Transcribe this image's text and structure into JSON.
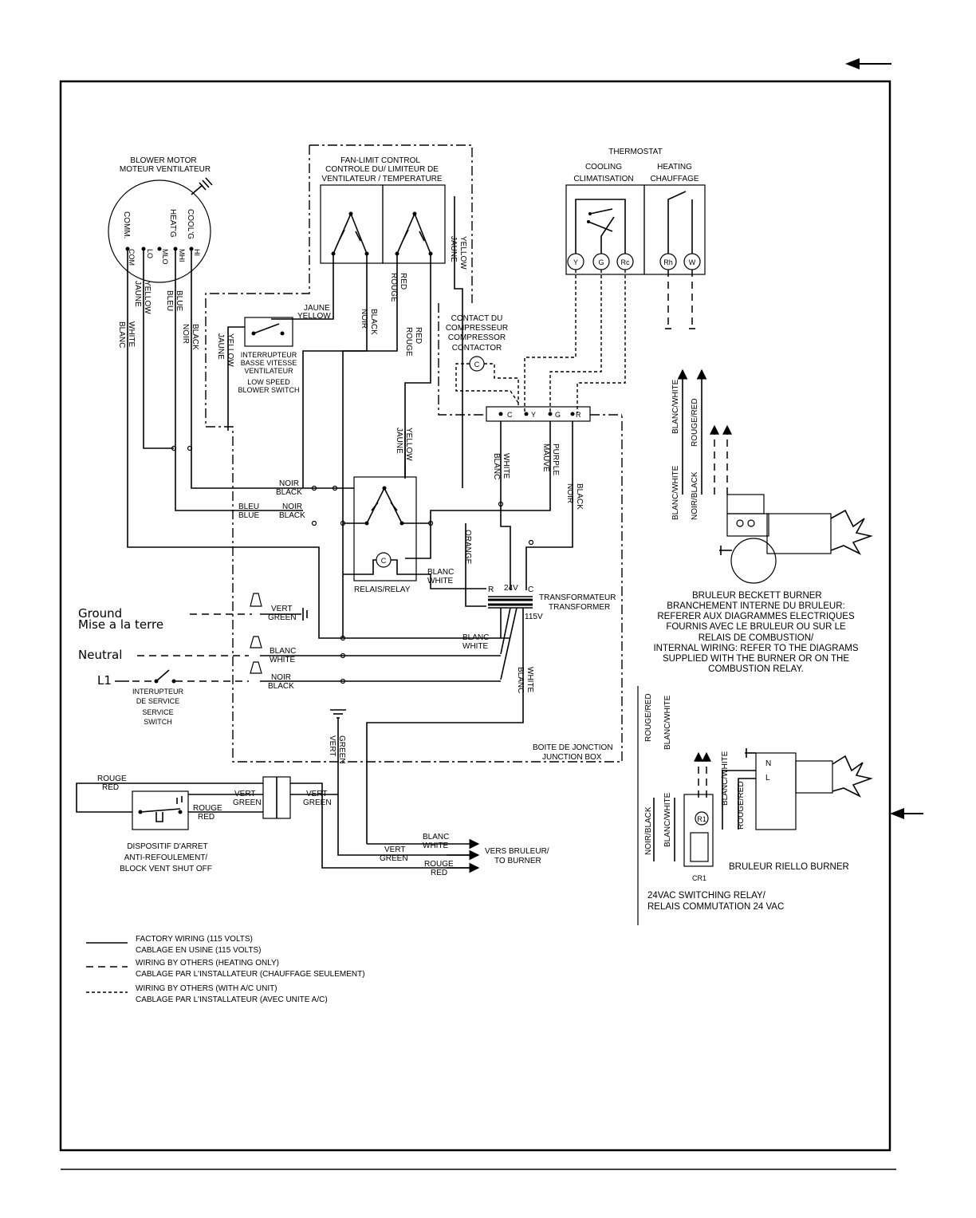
{
  "labels": {
    "blower_motor": "BLOWER MOTOR",
    "moteur_ventilateur": "MOTEUR VENTILATEUR",
    "comm": "COMM.",
    "heating": "HEAT'G",
    "cooling": "COOL'G",
    "com": "COM",
    "lo": "LO",
    "mlo": "MLO",
    "mhi": "MHI",
    "hi": "HI",
    "fan_limit_1": "FAN-LIMIT CONTROL",
    "fan_limit_2": "CONTROLE DU/ LIMITEUR DE",
    "fan_limit_3": "VENTILATEUR / TEMPERATURE",
    "thermostat": "THERMOSTAT",
    "cooling_hdr": "COOLING",
    "climatisation": "CLIMATISATION",
    "heating_hdr": "HEATING",
    "chauffage": "CHAUFFAGE",
    "t_y": "Y",
    "t_g": "G",
    "t_rc": "Rc",
    "t_rh": "Rh",
    "t_w": "W",
    "contact_1": "CONTACT DU",
    "contact_2": "COMPRESSEUR",
    "contact_3": "COMPRESSOR",
    "contact_4": "CONTACTOR",
    "contactor_c": "C",
    "tb_c": "C",
    "tb_y": "Y",
    "tb_g": "G",
    "tb_r": "R",
    "low_switch_1": "INTERRUPTEUR",
    "low_switch_2": "BASSE VITESSE",
    "low_switch_3": "VENTILATEUR",
    "low_switch_4": "LOW SPEED",
    "low_switch_5": "BLOWER SWITCH",
    "relais": "RELAIS/RELAY",
    "relay_c": "C",
    "transfo_1": "TRANSFORMATEUR",
    "transfo_2": "TRANSFORMER",
    "v24": "24V",
    "v115": "115V",
    "tr_r": "R",
    "tr_c": "C",
    "ground": "Ground",
    "mise_terre": "Mise a la terre",
    "neutral": "Neutral",
    "l1": "L1",
    "service_1": "INTERUPTEUR",
    "service_2": "DE SERVICE",
    "service_3": "SERVICE",
    "service_4": "SWITCH",
    "jbox_1": "BOITE DE JONCTION",
    "jbox_2": "JUNCTION BOX",
    "block_1": "DISPOSITIF D'ARRET",
    "block_2": "ANTI-REFOULEMENT/",
    "block_3": "BLOCK VENT SHUT OFF",
    "vers_1": "VERS BRULEUR/",
    "vers_2": "TO BURNER",
    "beckett_title": "BRULEUR BECKETT BURNER",
    "beckett_1": "BRANCHEMENT INTERNE DU BRULEUR:",
    "beckett_2": "REFERER AUX DIAGRAMMES ELECTRIQUES",
    "beckett_3": "FOURNIS AVEC LE BRULEUR OU SUR LE",
    "beckett_4": "RELAIS DE COMBUSTION/",
    "beckett_5": "INTERNAL WIRING: REFER TO THE DIAGRAMS",
    "beckett_6": "SUPPLIED WITH THE BURNER OR ON THE",
    "beckett_7": "COMBUSTION RELAY.",
    "riello": "BRULEUR RIELLO BURNER",
    "switching_1": "24VAC SWITCHING RELAY/",
    "switching_2": "RELAIS COMMUTATION 24 VAC",
    "cr1": "CR1",
    "r1": "R1",
    "riello_n": "N",
    "riello_l": "L",
    "blanc_white": "BLANC/WHITE",
    "rouge_red": "ROUGE/RED",
    "noir_black": "NOIR/BLACK",
    "blanc": "BLANC",
    "white": "WHITE",
    "jaune": "JAUNE",
    "yellow": "YELLOW",
    "bleu": "BLEU",
    "blue": "BLUE",
    "noir": "NOIR",
    "black": "BLACK",
    "rouge": "ROUGE",
    "red": "RED",
    "mauve": "MAUVE",
    "purple": "PURPLE",
    "orange": "ORANGE",
    "vert": "VERT",
    "green": "GREEN"
  },
  "legend": {
    "factory_1": "FACTORY WIRING (115 VOLTS)",
    "factory_2": "CABLAGE EN USINE (115 VOLTS)",
    "heating_1": "WIRING BY OTHERS (HEATING ONLY)",
    "heating_2": "CABLAGE PAR L'INSTALLATEUR (CHAUFFAGE SEULEMENT)",
    "ac_1": "WIRING BY OTHERS (WITH A/C UNIT)",
    "ac_2": "CABLAGE PAR L'INSTALLATEUR (AVEC UNITE A/C)"
  }
}
